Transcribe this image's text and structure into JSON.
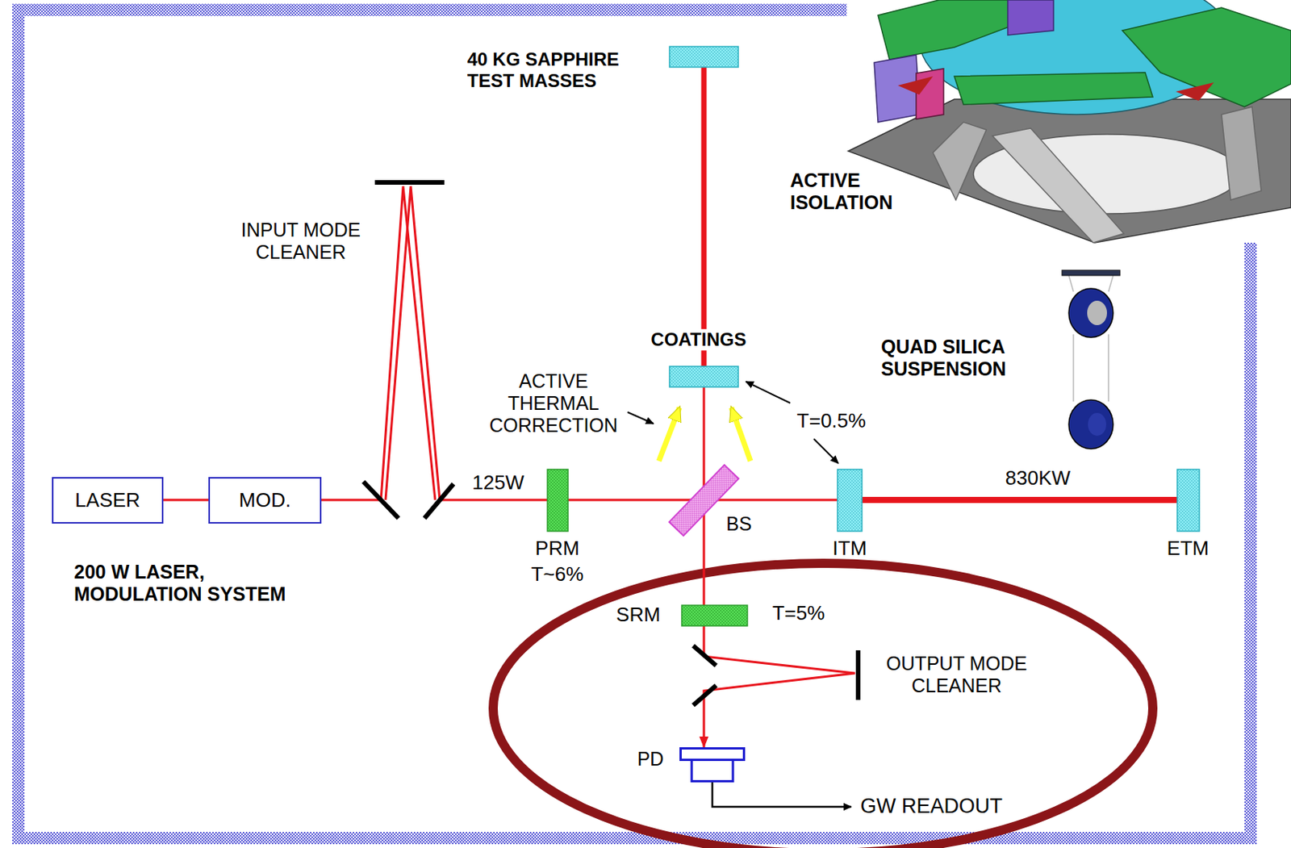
{
  "diagram": {
    "nodes": [
      {
        "text": [
          "LASER"
        ]
      },
      {
        "text": [
          "MOD."
        ]
      },
      {
        "text": [
          "INPUT MODE CLEANER"
        ]
      },
      {
        "text": [
          "PRM",
          "T~6%"
        ]
      },
      {
        "text": [
          "BS"
        ]
      },
      {
        "text": [
          "ITM"
        ]
      },
      {
        "text": [
          "ETM"
        ]
      },
      {
        "text": [
          "40 KG SAPPHIRE TEST MASSES"
        ]
      },
      {
        "text": [
          "COATINGS"
        ]
      },
      {
        "text": [
          "SRM",
          "T=5%"
        ]
      },
      {
        "text": [
          "OUTPUT MODE CLEANER"
        ]
      },
      {
        "text": [
          "PD"
        ]
      }
    ],
    "edges": [
      {
        "from": 0,
        "to": 1,
        "arrow": "none"
      },
      {
        "from": 1,
        "to": 2,
        "arrow": "none"
      },
      {
        "from": 2,
        "to": 3,
        "label": "125W",
        "arrow": "none"
      },
      {
        "from": 3,
        "to": 4,
        "arrow": "none"
      },
      {
        "from": 4,
        "to": 5,
        "arrow": "none"
      },
      {
        "from": 5,
        "to": 6,
        "label": "830KW",
        "arrow": "none"
      },
      {
        "from": 4,
        "to": 8,
        "arrow": "none"
      },
      {
        "from": 8,
        "to": 7,
        "arrow": "none"
      },
      {
        "from": 4,
        "to": 9,
        "arrow": "none"
      },
      {
        "from": 9,
        "to": 10,
        "arrow": "none"
      },
      {
        "from": 10,
        "to": 11,
        "arrow": "to"
      }
    ],
    "labels": [
      "200 W LASER, MODULATION SYSTEM",
      "ACTIVE ISOLATION",
      "QUAD SILICA SUSPENSION",
      "ACTIVE THERMAL CORRECTION",
      "T=0.5%",
      "GW READOUT"
    ]
  }
}
